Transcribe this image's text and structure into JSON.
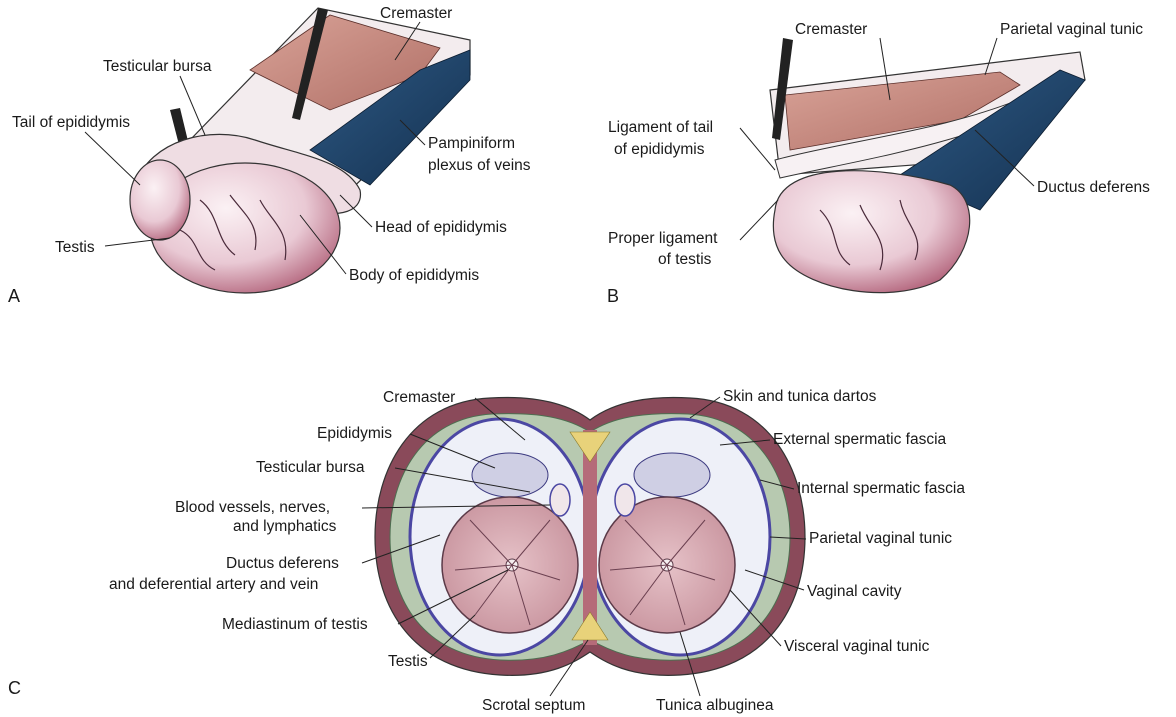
{
  "panels": {
    "a": {
      "letter": "A",
      "labels": {
        "cremaster": "Cremaster",
        "testicular_bursa": "Testicular bursa",
        "tail_of_epididymis": "Tail of epididymis",
        "pampiniform_1": "Pampiniform",
        "pampiniform_2": "plexus of veins",
        "head_of_epididymis": "Head of epididymis",
        "testis": "Testis",
        "body_of_epididymis": "Body of epididymis"
      }
    },
    "b": {
      "letter": "B",
      "labels": {
        "cremaster": "Cremaster",
        "parietal_vaginal_tunic": "Parietal vaginal tunic",
        "ligament_tail_1": "Ligament of tail",
        "ligament_tail_2": "of epididymis",
        "ductus_deferens": "Ductus deferens",
        "proper_ligament_1": "Proper ligament",
        "proper_ligament_2": "of testis"
      }
    },
    "c": {
      "letter": "C",
      "labels": {
        "cremaster": "Cremaster",
        "epididymis": "Epididymis",
        "testicular_bursa": "Testicular bursa",
        "blood_vessels_1": "Blood vessels, nerves,",
        "blood_vessels_2": "and lymphatics",
        "ductus_deferens_1": "Ductus deferens",
        "ductus_deferens_2": "and deferential artery and vein",
        "mediastinum": "Mediastinum of testis",
        "testis": "Testis",
        "scrotal_septum": "Scrotal septum",
        "tunica_albuginea": "Tunica albuginea",
        "skin_dartos": "Skin and tunica dartos",
        "external_spermatic": "External spermatic fascia",
        "internal_spermatic": "Internal spermatic fascia",
        "parietal_vaginal": "Parietal vaginal tunic",
        "vaginal_cavity": "Vaginal cavity",
        "visceral_vaginal": "Visceral vaginal tunic"
      }
    }
  },
  "colors": {
    "testis_pink": "#e9c9d4",
    "testis_shade": "#c98fa6",
    "muscle": "#c8877e",
    "veins": "#1f3f63",
    "vaginal_blue": "#5b57b0",
    "septum_yellow": "#e8d27a",
    "fascia_green": "#6e9a74"
  }
}
